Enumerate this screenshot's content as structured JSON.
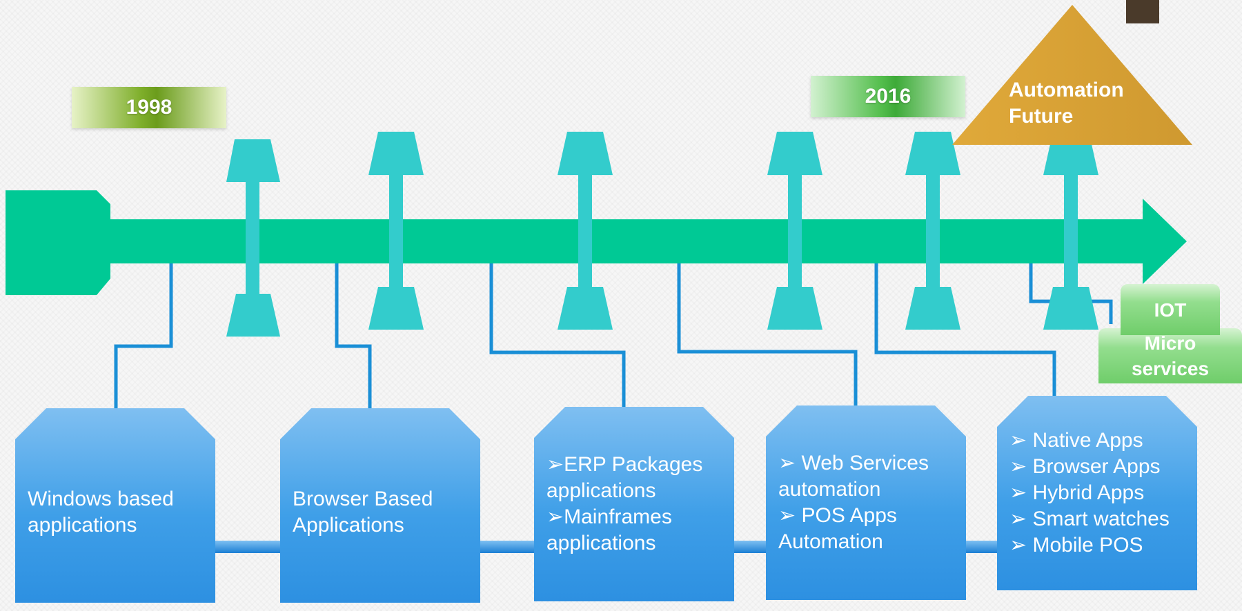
{
  "years": {
    "start": "1998",
    "end": "2016"
  },
  "future": {
    "label": "Automation\nFuture"
  },
  "tags": {
    "iot": "IOT",
    "micro": "Micro\nservices"
  },
  "eras": [
    {
      "lines": [
        "Windows based",
        "applications"
      ]
    },
    {
      "lines": [
        "Browser Based",
        "Applications"
      ]
    },
    {
      "lines": [
        "➢ERP Packages",
        "applications",
        "➢Mainframes",
        "applications"
      ]
    },
    {
      "lines": [
        "➢ Web Services",
        "automation",
        "➢ POS Apps",
        "Automation"
      ]
    },
    {
      "lines": [
        "➢ Native  Apps",
        "➢ Browser Apps",
        "➢ Hybrid Apps",
        "➢ Smart watches",
        "➢ Mobile POS"
      ]
    }
  ],
  "colors": {
    "arrow": "#00c995",
    "pin": "#33cccc",
    "connector": "#1a8fd6",
    "triangle": "#d8a235",
    "box": "#3f9fe8"
  }
}
